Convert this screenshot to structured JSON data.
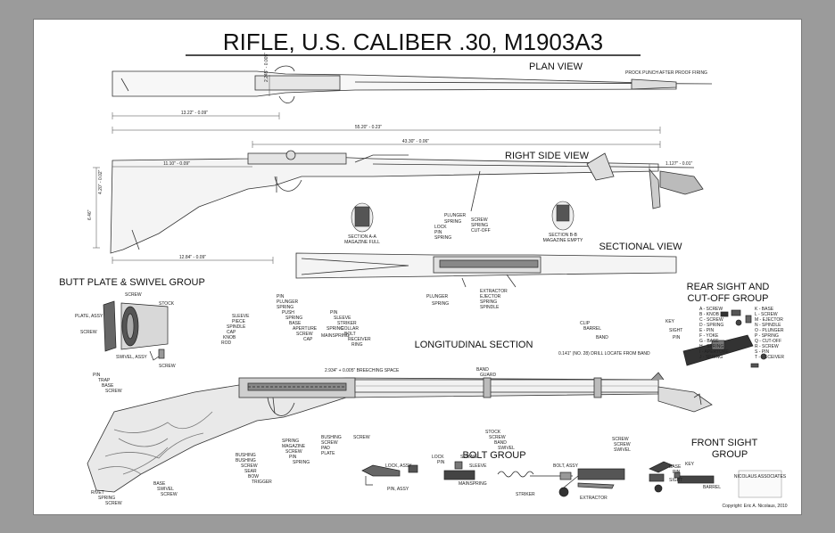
{
  "title": "RIFLE, U.S. CALIBER .30, M1903A3",
  "views": {
    "plan": "PLAN VIEW",
    "right": "RIGHT SIDE VIEW",
    "sectional": "SECTIONAL VIEW",
    "longitudinal": "LONGITUDINAL SECTION",
    "butt": "BUTT PLATE & SWIVEL GROUP",
    "rear_sight_1": "REAR SIGHT AND",
    "rear_sight_2": "CUT-OFF GROUP",
    "bolt": "BOLT GROUP",
    "front_sight_1": "FRONT SIGHT",
    "front_sight_2": "GROUP"
  },
  "dimensions": {
    "plan_butt": "13.22\" - 0.09\"",
    "overall": "55.20\" - 0.23\"",
    "barrel": "43.30\" - 0.06\"",
    "side_butt": "11.10\" - 0.09\"",
    "side_grip": "12.84\" - 0.09\"",
    "side_height": "6.46\"",
    "side_drop": "4.20\" - 0.02\"",
    "plan_width": "2.245\" - 0.005\"",
    "muzzle": "1.127\" - 0.01\"",
    "breech": "2.934\" + 0.005\"  BREECHING SPACE",
    "drill": "0.141\" (NO. 28) DRILL  LOCATE FROM BAND"
  },
  "notes": {
    "proof": "PROCK PUNCH AFTER PROOF FIRING",
    "section_a_1": "SECTION A-A",
    "section_a_2": "MAGAZINE FULL",
    "section_b_1": "SECTION B-B",
    "section_b_2": "MAGAZINE EMPTY"
  },
  "callouts": {
    "sectional": [
      "PLUNGER",
      "SPRING",
      "LOCK",
      "PIN",
      "SPRING",
      "SCREW",
      "SPRING",
      "CUT-OFF",
      "EXTRACTOR",
      "EJECTOR",
      "SPRING",
      "SPINDLE",
      "PLUNGER",
      "SPRING"
    ],
    "butt": [
      "SCREW",
      "STOCK",
      "PLATE, ASSY",
      "SCREW",
      "SWIVEL, ASSY",
      "SCREW"
    ],
    "longitudinal_top": [
      "PIN",
      "PLUNGER",
      "SPRING",
      "PUSH",
      "SPRING",
      "BASE",
      "APERTURE",
      "SCREW",
      "CAP",
      "PIN",
      "SLEEVE",
      "STRIKER",
      "COLLAR",
      "BOLT",
      "RECEIVER",
      "RING",
      "BAND",
      "GUARD",
      "CLIP",
      "BARREL",
      "BAND",
      "KEY",
      "SIGHT",
      "PIN"
    ],
    "longitudinal_left": [
      "SLEEVE",
      "PIECE",
      "SPINDLE",
      "CAP",
      "KNOB",
      "ROD",
      "SPRING",
      "MAINSPRING"
    ],
    "longitudinal_bottom": [
      "BUSHING",
      "BUSHING",
      "SCREW",
      "SEAR",
      "BOW",
      "TRIGGER",
      "SPRING",
      "MAGAZINE",
      "SCREW",
      "PIN",
      "SPRING",
      "BUSHING",
      "SCREW",
      "PAD",
      "PLATE",
      "SCREW",
      "STOCK",
      "SCREW",
      "BAND",
      "SWIVEL",
      "SCREW",
      "SCREW",
      "SWIVEL"
    ],
    "butt_section": [
      "PIN",
      "TRAP",
      "BASE",
      "SCREW",
      "RIVET",
      "SPRING",
      "SCREW",
      "BASE",
      "SWIVEL",
      "SCREW"
    ],
    "bolt": [
      "LOCK",
      "PIN",
      "SPRING",
      "SLEEVE",
      "LOCK, ASSY",
      "PIN, ASSY",
      "MAINSPRING",
      "STRIKER",
      "BOLT, ASSY",
      "EXTRACTOR"
    ],
    "front_sight": [
      "KEY",
      "BASE",
      "PIN",
      "SIGHT",
      "BARREL"
    ],
    "rear_sight": [
      "A - SCREW",
      "B - KNOB",
      "C - SCREW",
      "D - SPRING",
      "E - PIN",
      "F - YOKE",
      "G - BASE",
      "H - SPRING",
      "I - APERTURE",
      "J - SPRING",
      "K - BASE",
      "L - SCREW",
      "M - EJECTOR",
      "N - SPINDLE",
      "O - PLUNGER",
      "P - SPRING",
      "Q - CUT-OFF",
      "R - SCREW",
      "S - PIN",
      "T - RECEIVER"
    ]
  },
  "credits": {
    "org": "NICOLAUS ASSOCIATES",
    "copyright": "Copyright: Eric A. Nicolaus, 2010"
  }
}
